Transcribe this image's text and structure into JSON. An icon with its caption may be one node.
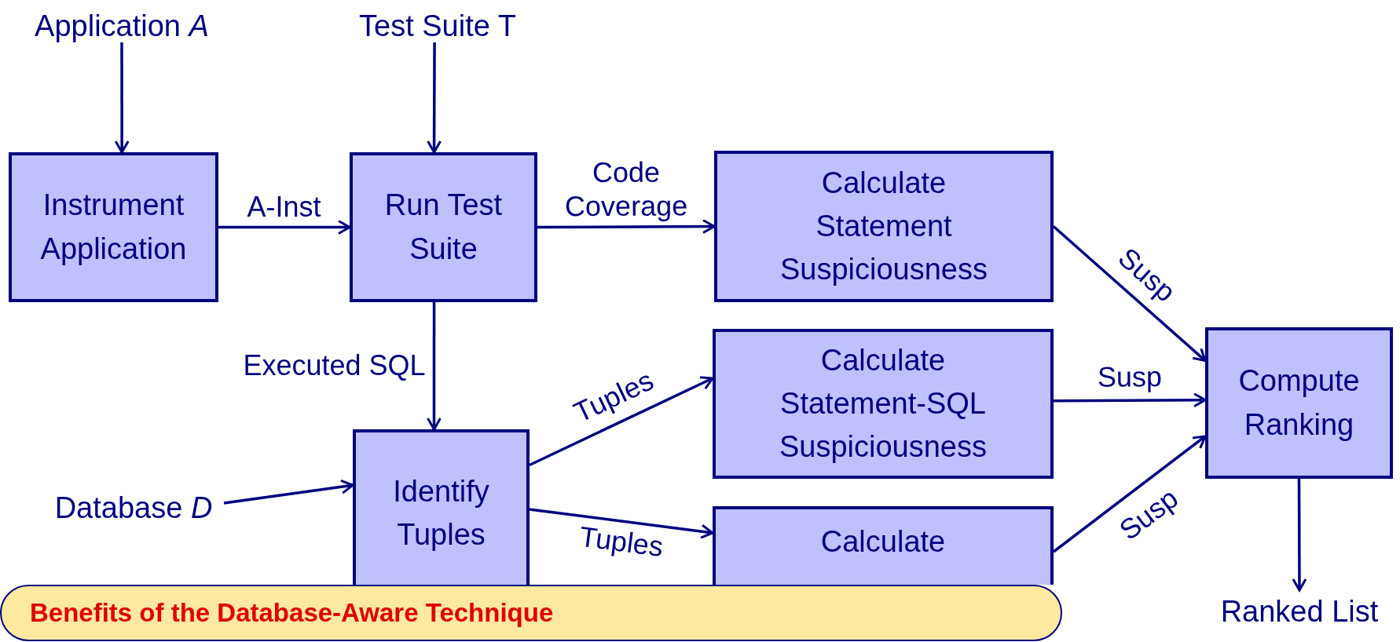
{
  "diagram": {
    "nodes": [
      {
        "text": [
          "Application *A*"
        ]
      },
      {
        "text": [
          "Test Suite T"
        ]
      },
      {
        "text": [
          "Instrument Application"
        ]
      },
      {
        "text": [
          "Run Test Suite"
        ]
      },
      {
        "text": [
          "Calculate Statement Suspiciousness"
        ]
      },
      {
        "text": [
          "Calculate Statement-SQL Suspiciousness"
        ]
      },
      {
        "text": [
          "Compute Ranking"
        ]
      },
      {
        "text": [
          "Database *D*"
        ]
      },
      {
        "text": [
          "Identify Tuples"
        ]
      },
      {
        "text": [
          "Calculate"
        ]
      },
      {
        "text": [
          "Ranked List"
        ]
      },
      {
        "text": [
          "Benefits of the Database-Aware Technique"
        ]
      }
    ],
    "edges": [
      {
        "from": 0,
        "to": 2,
        "arrow": "to"
      },
      {
        "from": 1,
        "to": 3,
        "arrow": "to"
      },
      {
        "from": 2,
        "to": 3,
        "arrow": "to",
        "label": "A-Inst"
      },
      {
        "from": 3,
        "to": 4,
        "arrow": "to",
        "label": "Code Coverage"
      },
      {
        "from": 3,
        "to": 8,
        "arrow": "to",
        "label": "Executed SQL"
      },
      {
        "from": 8,
        "to": 5,
        "arrow": "to",
        "label": "Tuples"
      },
      {
        "from": 8,
        "to": 9,
        "arrow": "to",
        "label": "Tuples"
      },
      {
        "from": 4,
        "to": 6,
        "arrow": "to",
        "label": "Susp"
      },
      {
        "from": 5,
        "to": 6,
        "arrow": "to",
        "label": "Susp"
      },
      {
        "from": 9,
        "to": 6,
        "arrow": "to",
        "label": "Susp"
      },
      {
        "from": 7,
        "to": 8,
        "arrow": "to"
      },
      {
        "from": 6,
        "to": 10,
        "arrow": "to"
      }
    ]
  }
}
